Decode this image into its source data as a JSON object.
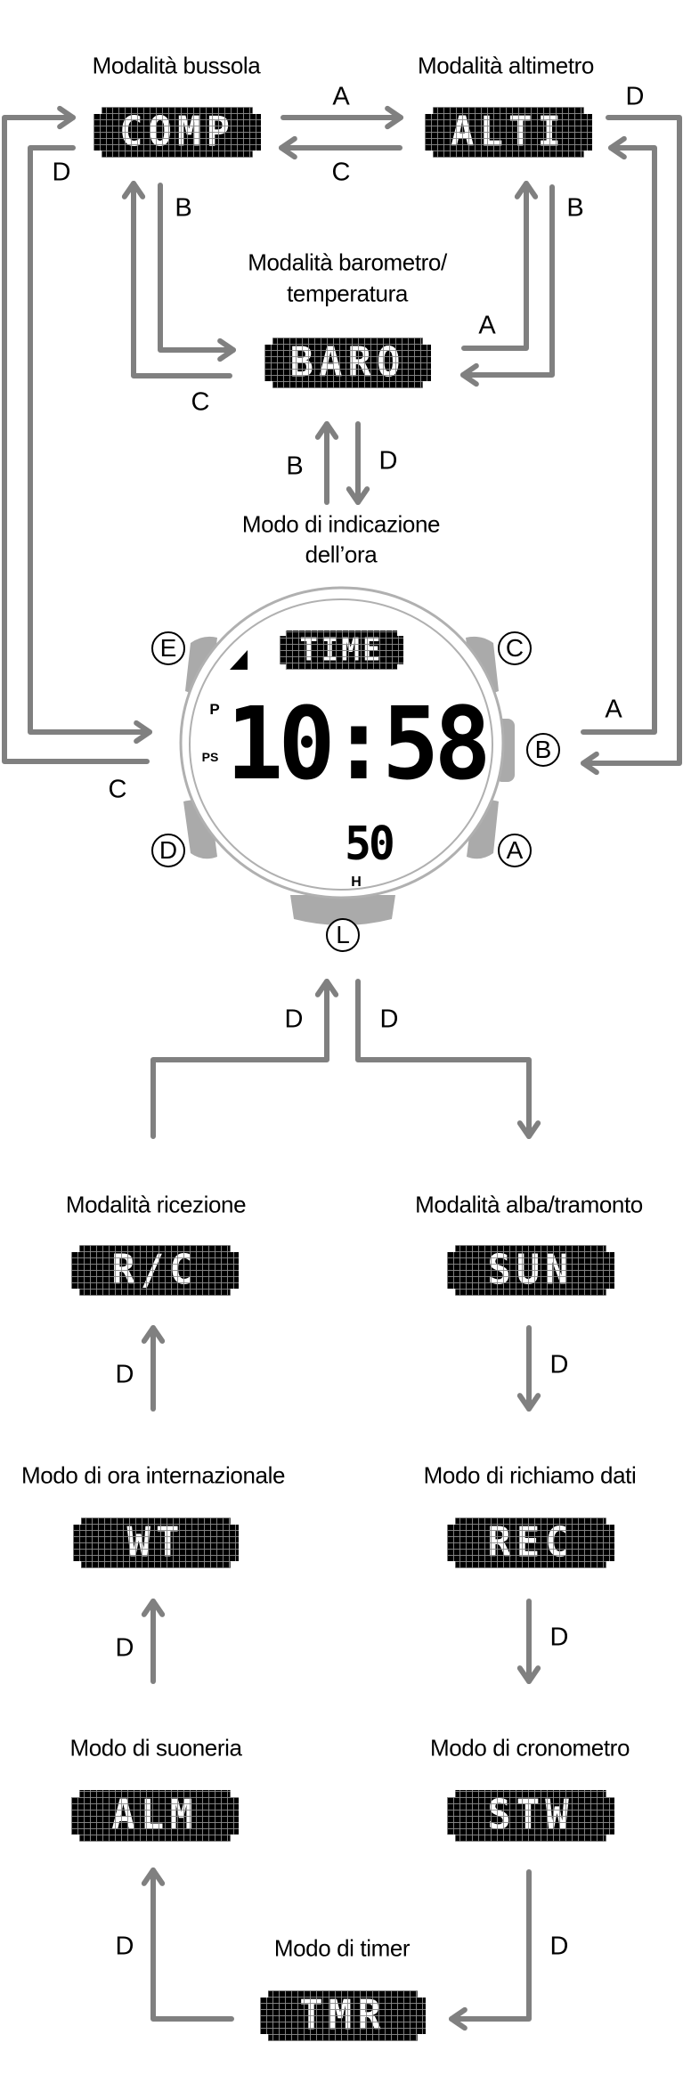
{
  "colors": {
    "arrow": "#808080",
    "lcd": "#000000",
    "button": "#aaaaaa"
  },
  "modes": {
    "compass": {
      "label": "Modalità bussola",
      "display": "COMP"
    },
    "altimeter": {
      "label": "Modalità altimetro",
      "display": "ALTI"
    },
    "barometer": {
      "label_line1": "Modalità barometro/",
      "label_line2": "temperatura",
      "display": "BARO"
    },
    "timekeeping": {
      "label_line1": "Modo di indicazione",
      "label_line2": "dell’ora"
    },
    "reception": {
      "label": "Modalità ricezione",
      "display": "R/C"
    },
    "sunrise": {
      "label": "Modalità alba/tramonto",
      "display": "SUN"
    },
    "worldtime": {
      "label": "Modo di ora internazionale",
      "display": "WT"
    },
    "recall": {
      "label": "Modo di richiamo dati",
      "display": "REC"
    },
    "alarm": {
      "label": "Modo di suoneria",
      "display": "ALM"
    },
    "stopwatch": {
      "label": "Modo di cronometro",
      "display": "STW"
    },
    "timer": {
      "label": "Modo di timer",
      "display": "TMR"
    }
  },
  "watch": {
    "mode_display": "TIME",
    "indicator_p": "P",
    "indicator_ps": "PS",
    "time": "10:58",
    "seconds": "50",
    "seconds_unit": "H",
    "buttons": {
      "a": "A",
      "b": "B",
      "c": "C",
      "d": "D",
      "e": "E",
      "l": "L"
    }
  },
  "arrow_keys": {
    "comp_to_alti": "A",
    "alti_to_comp": "C",
    "comp_to_time": "D",
    "alti_to_time": "D",
    "comp_to_baro": "B",
    "alti_to_baro": "B",
    "baro_to_alti": "A",
    "baro_to_comp": "C",
    "time_to_baro": "B",
    "baro_to_time": "D",
    "time_to_comp": "C",
    "time_to_alti": "A",
    "rc_to_time": "D",
    "time_to_sun": "D",
    "wt_to_rc": "D",
    "sun_to_rec": "D",
    "alm_to_wt": "D",
    "rec_to_stw": "D",
    "tmr_to_alm": "D",
    "stw_to_tmr": "D"
  }
}
